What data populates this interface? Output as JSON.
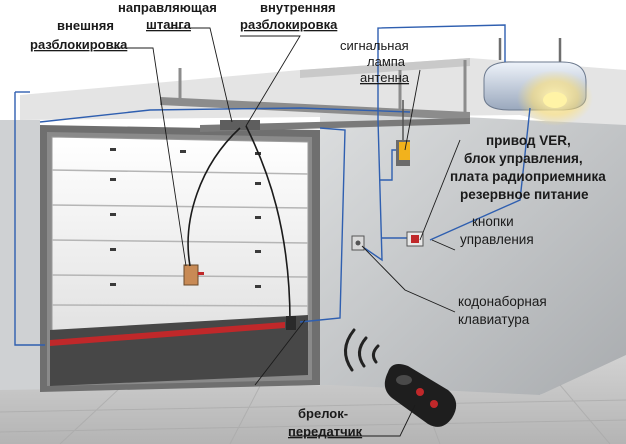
{
  "labels": {
    "outer_release_1": "внешняя",
    "outer_release_2": "разблокировка",
    "guide_rail_1": "направляющая",
    "guide_rail_2": "штанга",
    "inner_release_1": "внутренняя",
    "inner_release_2": "разблокировка",
    "signal_lamp_1": "сигнальная",
    "signal_lamp_2": "лампа",
    "antenna": "антенна",
    "drive_1": "привод VER,",
    "drive_2": "блок управления,",
    "drive_3": "плата радиоприемника",
    "drive_4": "резервное питание",
    "buttons_1": "кнопки",
    "buttons_2": "управления",
    "keypad_1": "кодонаборная",
    "keypad_2": "клавиатура",
    "remote_1": "брелок-",
    "remote_2": "передатчик"
  },
  "colors": {
    "wiring": "#2f5fb0",
    "door_panel": "#f4f4f4",
    "door_frame": "#7a7a7a",
    "bottom_panel": "#4a4a4a",
    "seal": "#c0282a",
    "floor": "#c7c7c7",
    "wall": "#b9bcbf",
    "ceiling": "#d9d9d9",
    "lamp": "#f2b21c"
  },
  "icons": {
    "drive": "ceiling-motor-icon",
    "lamp": "signal-lamp-icon",
    "buttons": "control-buttons-icon",
    "keypad": "keypad-icon",
    "remote": "key-fob-remote-icon",
    "release": "outer-release-lock-icon"
  }
}
